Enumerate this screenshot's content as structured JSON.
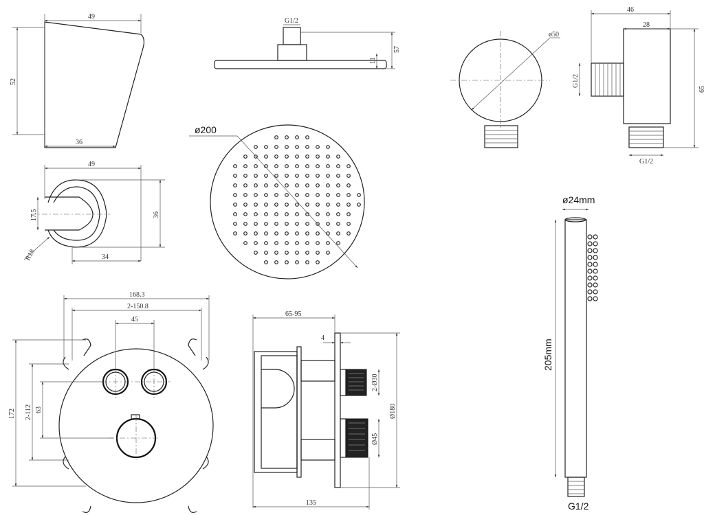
{
  "holder_side": {
    "width_top": "49",
    "height": "52",
    "width_bottom": "36"
  },
  "holder_top": {
    "width": "49",
    "offset": "17.5",
    "depth": "36",
    "radius": "R18",
    "base": "34"
  },
  "head_side": {
    "thread": "G1/2",
    "total_height": "57",
    "plate_height": "11"
  },
  "head_top": {
    "diameter": "ø200"
  },
  "elbow": {
    "diameter": "ø50",
    "total_width": "46",
    "body_width": "28",
    "side_thread": "G1/2",
    "height": "65",
    "bottom_thread": "G1/2"
  },
  "handshower": {
    "diameter": "ø24mm",
    "length": "205mm",
    "thread": "G1/2"
  },
  "valve_front": {
    "width": "168.3",
    "hole_span": "2-150.8",
    "button_spacing": "45",
    "height": "172",
    "hole_height": "2-112",
    "button_knob_spacing": "63"
  },
  "valve_side": {
    "depth_range": "65-95",
    "plate_thickness": "4",
    "button_diameter": "2-Ø30",
    "plate_diameter": "Ø180",
    "knob_diameter": "Ø45",
    "total_depth": "135"
  }
}
